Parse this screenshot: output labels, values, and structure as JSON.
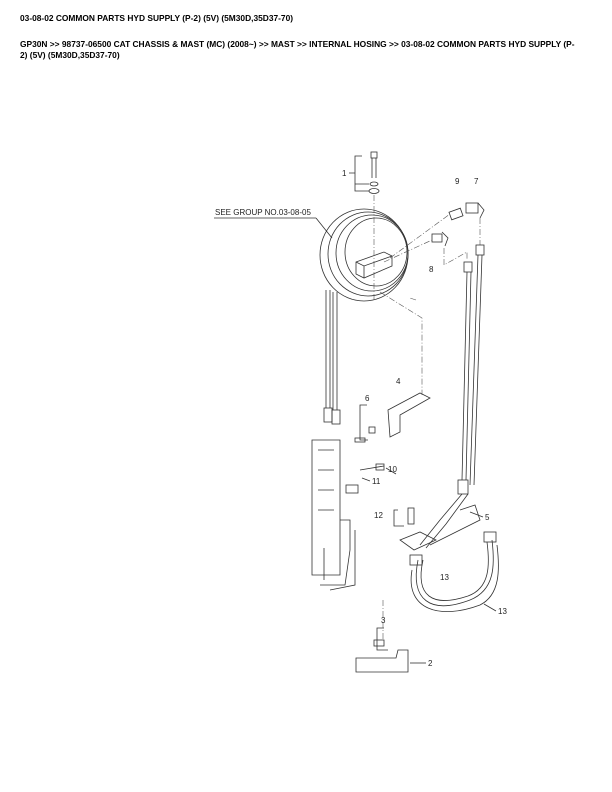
{
  "page": {
    "title": "03-08-02 COMMON PARTS HYD SUPPLY (P-2) (5V) (5M30D,35D37-70)",
    "breadcrumb": "GP30N >> 98737-06500 CAT CHASSIS & MAST (MC) (2008~) >> MAST >> INTERNAL HOSING >> 03-08-02 COMMON PARTS HYD SUPPLY (P-2) (5V) (5M30D,35D37-70)"
  },
  "diagram": {
    "see_group": "SEE GROUP NO.03-08-05",
    "callouts": {
      "c1": "1",
      "c2": "2",
      "c3": "3",
      "c4": "4",
      "c5": "5",
      "c6": "6",
      "c7": "7",
      "c8": "8",
      "c9": "9",
      "c10": "10",
      "c11": "11",
      "c12": "12",
      "c13a": "13",
      "c13b": "13"
    }
  }
}
